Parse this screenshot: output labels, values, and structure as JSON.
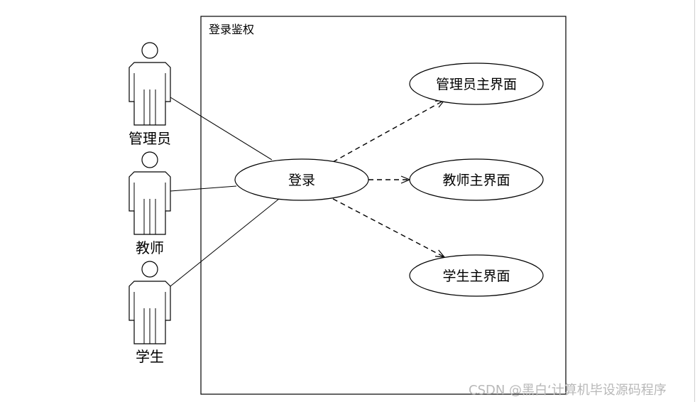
{
  "diagram": {
    "system_boundary": {
      "label": "登录鉴权"
    },
    "actors": [
      {
        "id": "admin",
        "label": "管理员"
      },
      {
        "id": "teacher",
        "label": "教师"
      },
      {
        "id": "student",
        "label": "学生"
      }
    ],
    "use_cases": [
      {
        "id": "login",
        "label": "登录"
      },
      {
        "id": "admin_main",
        "label": "管理员主界面"
      },
      {
        "id": "teacher_main",
        "label": "教师主界面"
      },
      {
        "id": "student_main",
        "label": "学生主界面"
      }
    ],
    "associations": [
      {
        "from": "admin",
        "to": "login"
      },
      {
        "from": "teacher",
        "to": "login"
      },
      {
        "from": "student",
        "to": "login"
      }
    ],
    "dependencies": [
      {
        "from": "login",
        "to": "admin_main",
        "style": "dashed"
      },
      {
        "from": "login",
        "to": "teacher_main",
        "style": "dashed"
      },
      {
        "from": "login",
        "to": "student_main",
        "style": "dashed"
      }
    ]
  },
  "watermark": {
    "text": "CSDN @黑白‘计算机毕设源码程序"
  },
  "colors": {
    "stroke": "#000000",
    "background": "#ffffff",
    "watermark": "#b8b8b8"
  }
}
